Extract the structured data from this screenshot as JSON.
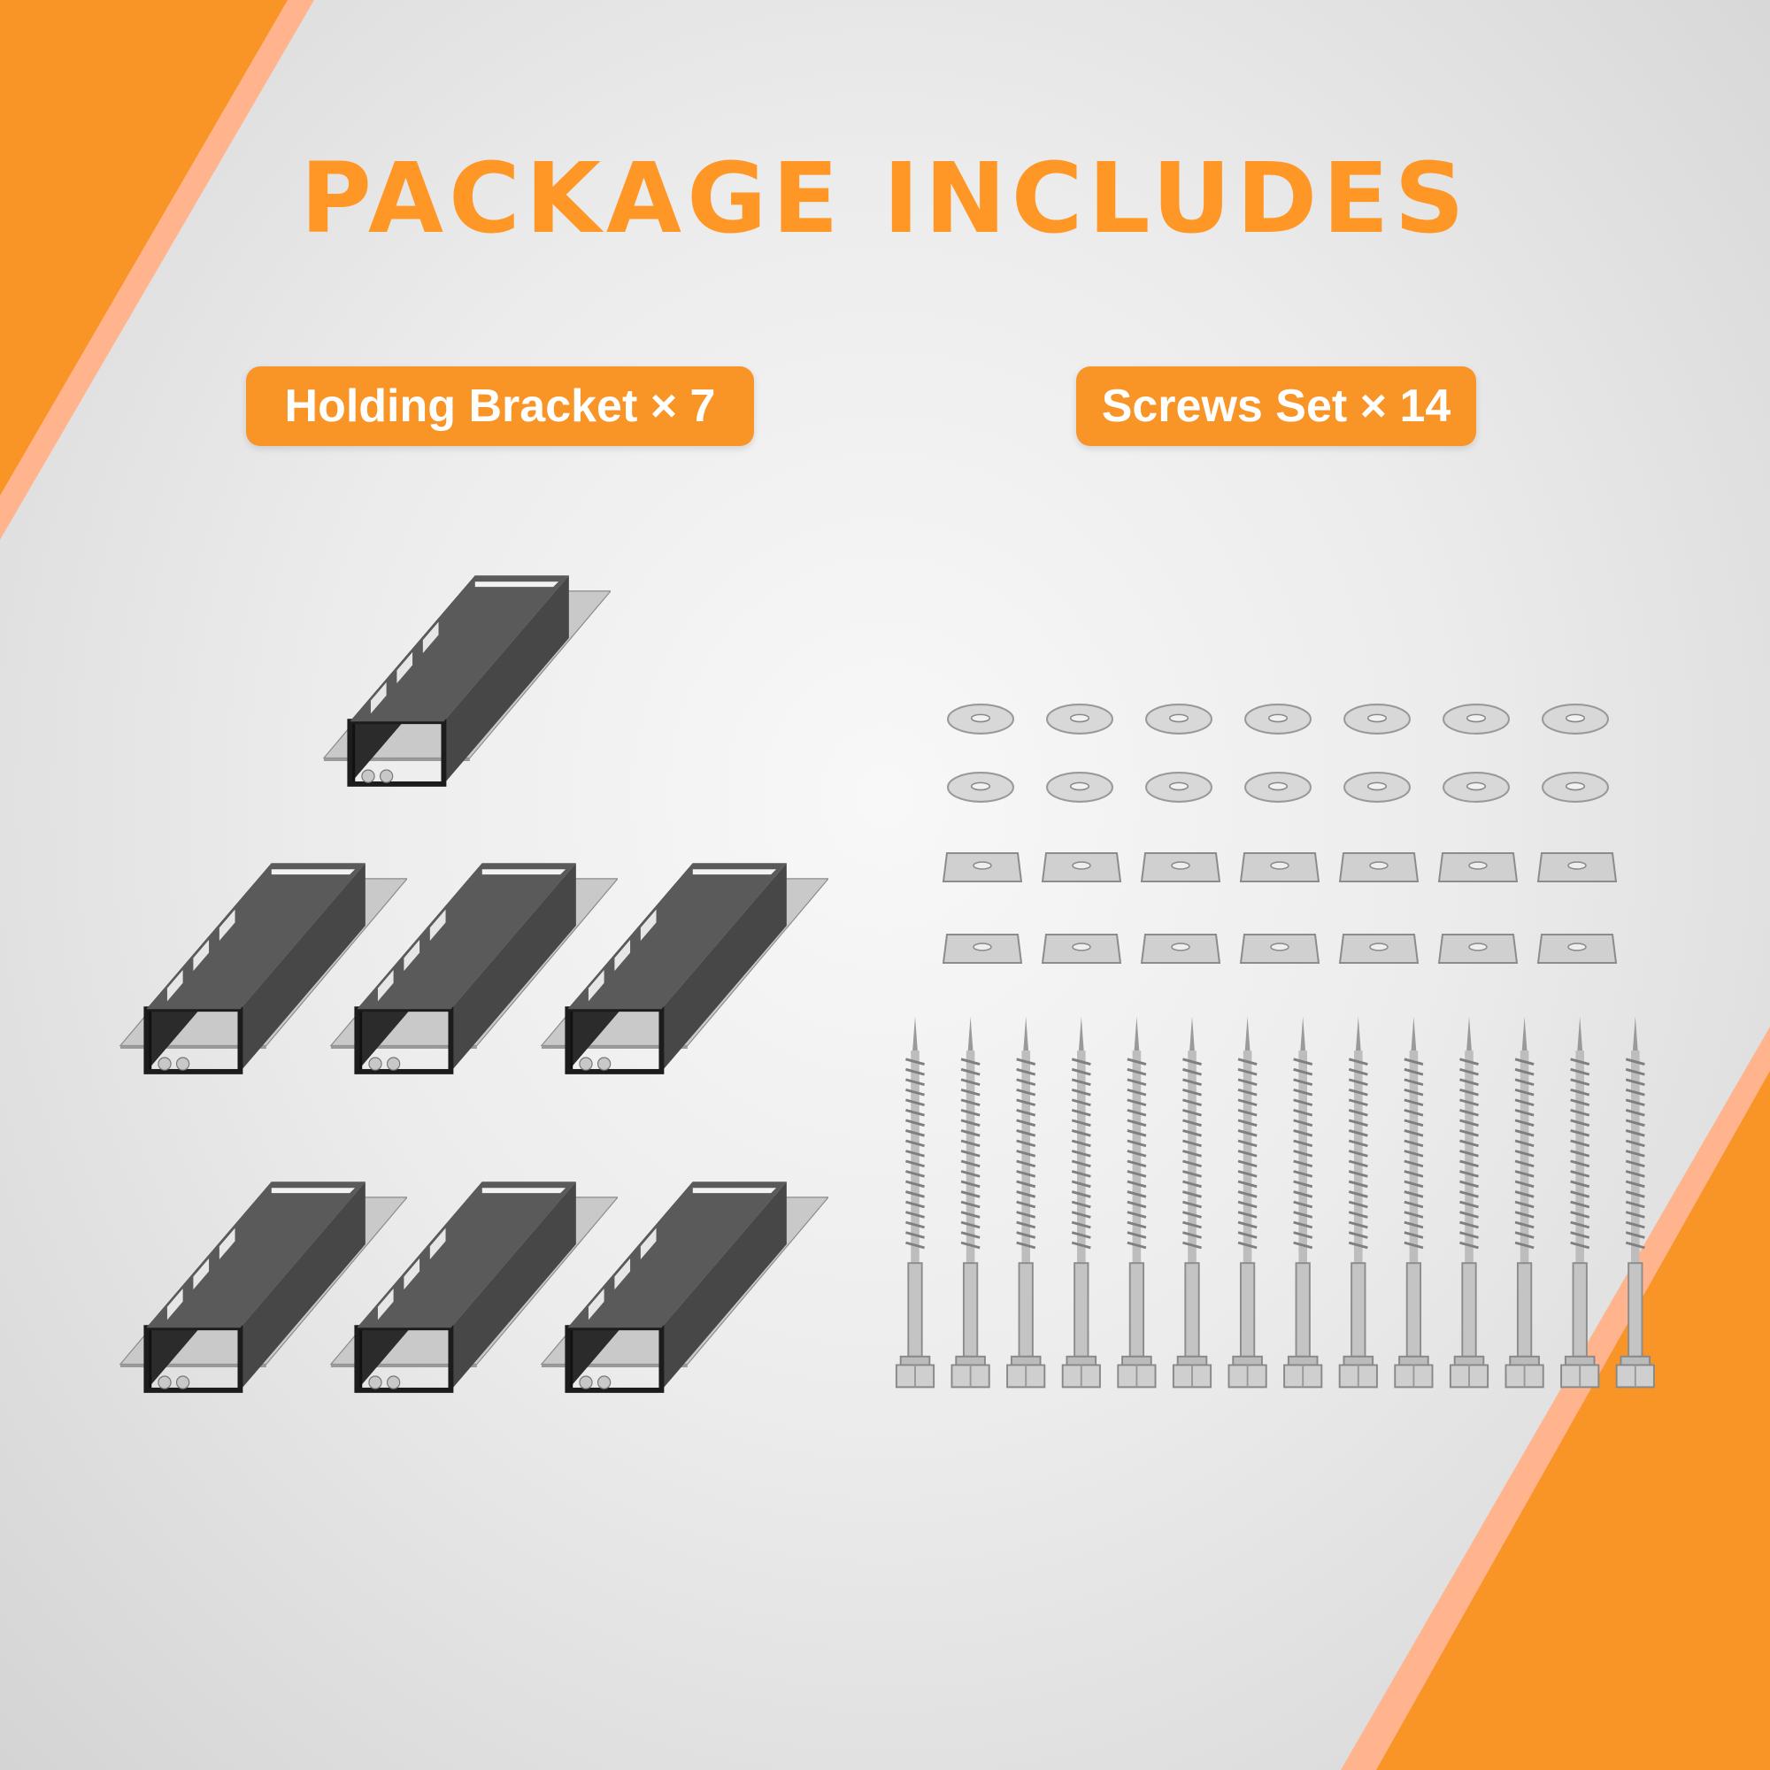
{
  "title": "PACKAGE INCLUDES",
  "items": [
    {
      "label": "Holding Bracket × 7",
      "quantity": 7
    },
    {
      "label": "Screws Set × 14",
      "quantity": 14
    }
  ],
  "colors": {
    "accent": "#f99426",
    "accent_light": "#ffb48e",
    "title": "#ff9727",
    "background": "#ececec"
  },
  "hardware": {
    "round_washers": 14,
    "square_washers": 14,
    "lag_screws": 14
  },
  "icons": [
    "bracket-icon",
    "round-washer-icon",
    "square-washer-icon",
    "lag-screw-icon"
  ]
}
